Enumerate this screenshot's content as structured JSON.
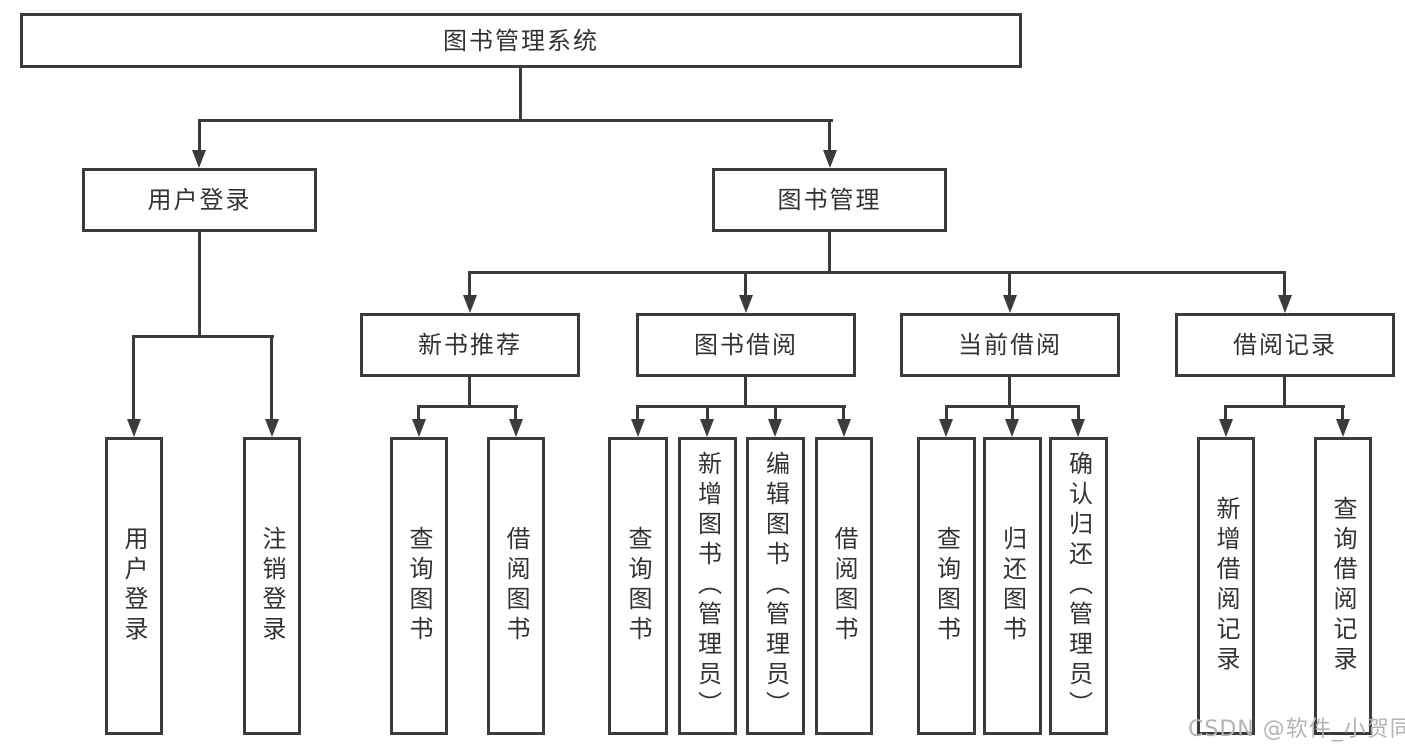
{
  "tree": {
    "label": "图书管理系统",
    "children": [
      {
        "label": "用户登录",
        "children": [
          {
            "label": "用户登录"
          },
          {
            "label": "注销登录"
          }
        ]
      },
      {
        "label": "图书管理",
        "children": [
          {
            "label": "新书推荐",
            "children": [
              {
                "label": "查询图书"
              },
              {
                "label": "借阅图书"
              }
            ]
          },
          {
            "label": "图书借阅",
            "children": [
              {
                "label": "查询图书"
              },
              {
                "label": "新增图书（管理员）"
              },
              {
                "label": "编辑图书（管理员）"
              },
              {
                "label": "借阅图书"
              }
            ]
          },
          {
            "label": "当前借阅",
            "children": [
              {
                "label": "查询图书"
              },
              {
                "label": "归还图书"
              },
              {
                "label": "确认归还（管理员）"
              }
            ]
          },
          {
            "label": "借阅记录",
            "children": [
              {
                "label": "新增借阅记录"
              },
              {
                "label": "查询借阅记录"
              }
            ]
          }
        ]
      }
    ]
  },
  "watermark": {
    "text": "CSDN @软件_小贺同学"
  },
  "colors": {
    "line": "#3b3b3b",
    "text": "#333333",
    "box_background": "#ffffff",
    "watermark": "#b4b4b4"
  }
}
